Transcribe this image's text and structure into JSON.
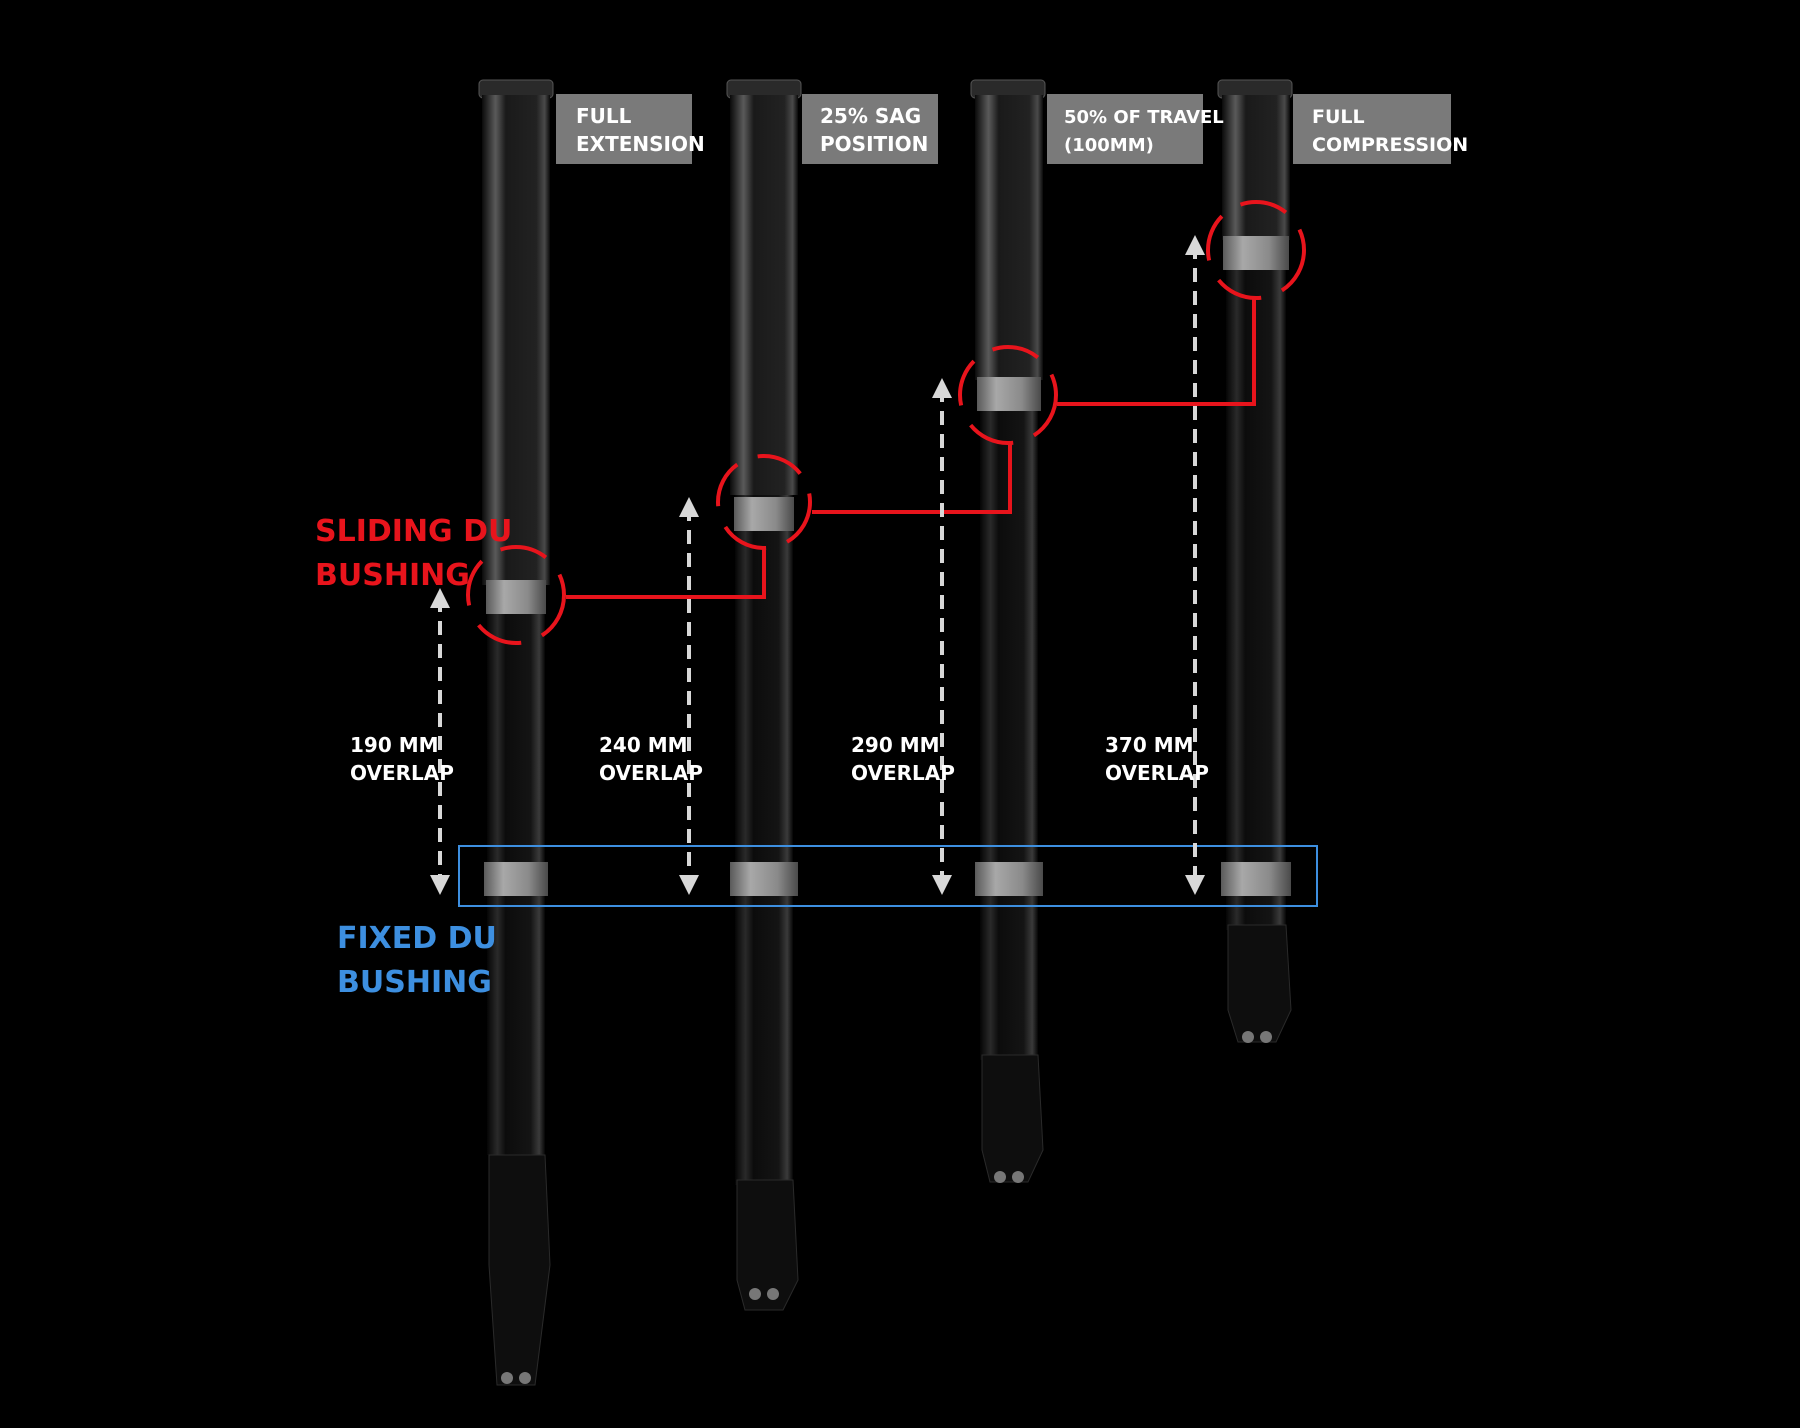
{
  "labels": {
    "sliding": [
      "SLIDING DU",
      "BUSHING"
    ],
    "fixed": [
      "FIXED DU",
      "BUSHING"
    ]
  },
  "positions": [
    {
      "tag": [
        "FULL",
        "EXTENSION"
      ],
      "overlap": [
        "190 MM",
        "OVERLAP"
      ]
    },
    {
      "tag": [
        "25% SAG",
        "POSITION"
      ],
      "overlap": [
        "240 MM",
        "OVERLAP"
      ]
    },
    {
      "tag": [
        "50% OF TRAVEL",
        "(100MM)"
      ],
      "overlap": [
        "290 MM",
        "OVERLAP"
      ]
    },
    {
      "tag": [
        "FULL",
        "COMPRESSION"
      ],
      "overlap": [
        "370 MM",
        "OVERLAP"
      ]
    }
  ],
  "colors": {
    "background": "#000000",
    "sliding": "#e8141c",
    "fixed": "#3d8fe0",
    "tag_bg": "#7a7a7a",
    "arrow": "#d8d8d8",
    "bushing": "#8e8e8e"
  }
}
